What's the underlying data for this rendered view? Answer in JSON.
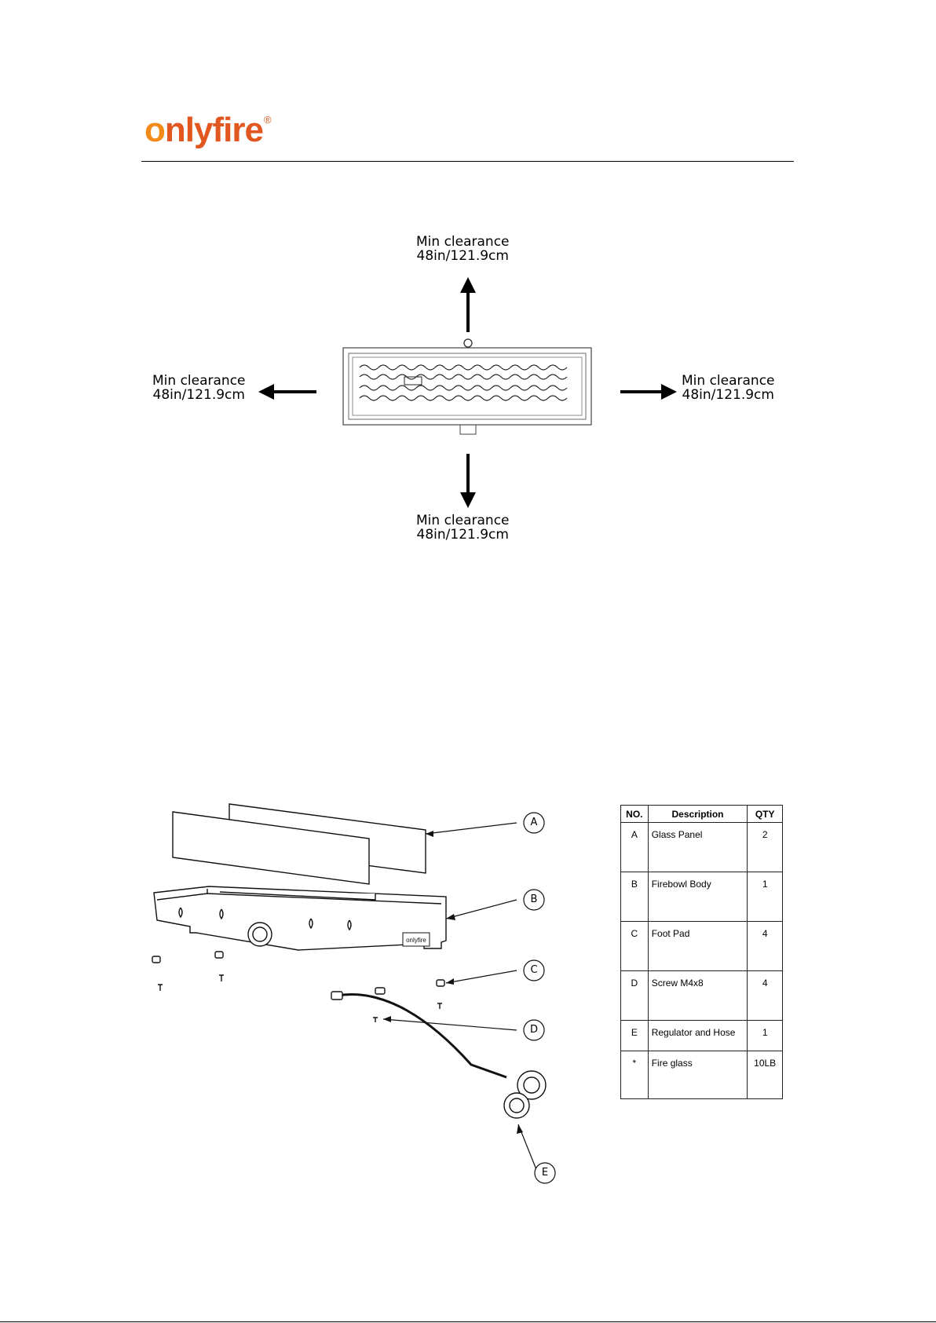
{
  "header": {
    "brand": "onlyfire",
    "registered_mark": "®"
  },
  "clearance": {
    "top": {
      "label": "Min clearance",
      "value": "48in/121.9cm"
    },
    "left": {
      "label": "Min clearance",
      "value": "48in/121.9cm"
    },
    "right": {
      "label": "Min clearance",
      "value": "48in/121.9cm"
    },
    "bottom": {
      "label": "Min clearance",
      "value": "48in/121.9cm"
    }
  },
  "callouts": [
    "A",
    "B",
    "C",
    "D",
    "E"
  ],
  "parts_table": {
    "headers": {
      "no": "NO.",
      "description": "Description",
      "qty": "QTY"
    },
    "rows": [
      {
        "no": "A",
        "description": "Glass Panel",
        "qty": "2"
      },
      {
        "no": "B",
        "description": "Firebowl Body",
        "qty": "1"
      },
      {
        "no": "C",
        "description": "Foot Pad",
        "qty": "4"
      },
      {
        "no": "D",
        "description": "Screw M4x8",
        "qty": "4"
      },
      {
        "no": "E",
        "description": "Regulator and Hose",
        "qty": "1"
      },
      {
        "no": "*",
        "description": "Fire glass",
        "qty": "10LB"
      }
    ]
  }
}
